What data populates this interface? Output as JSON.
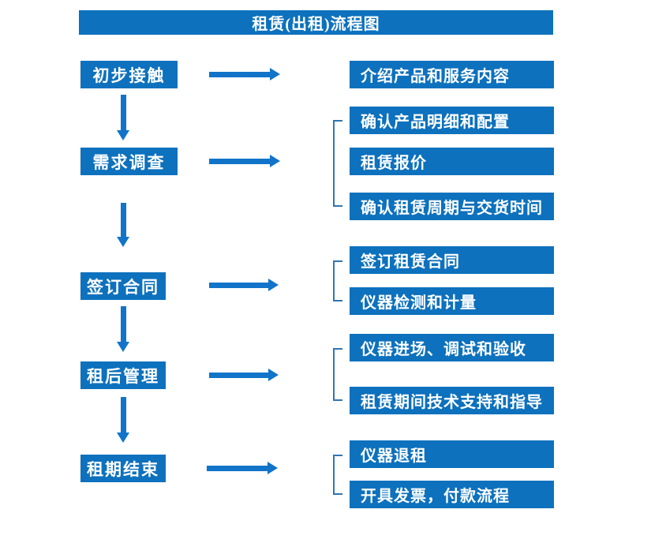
{
  "title": "租赁(出租)流程图",
  "colors": {
    "box_blue": "#0d71bd",
    "arrow_blue": "#1174c9",
    "bracket_blue": "#2e75b6",
    "text": "#ffffff",
    "background": "#ffffff"
  },
  "flow": [
    {
      "step": "初步接触",
      "details": [
        "介绍产品和服务内容"
      ]
    },
    {
      "step": "需求调查",
      "details": [
        "确认产品明细和配置",
        "租赁报价",
        "确认租赁周期与交货时间"
      ]
    },
    {
      "step": "签订合同",
      "details": [
        "签订租赁合同",
        "仪器检测和计量"
      ]
    },
    {
      "step": "租后管理",
      "details": [
        "仪器进场、调试和验收",
        "租赁期间技术支持和指导"
      ]
    },
    {
      "step": "租期结束",
      "details": [
        "仪器退租",
        "开具发票，付款流程"
      ]
    }
  ]
}
